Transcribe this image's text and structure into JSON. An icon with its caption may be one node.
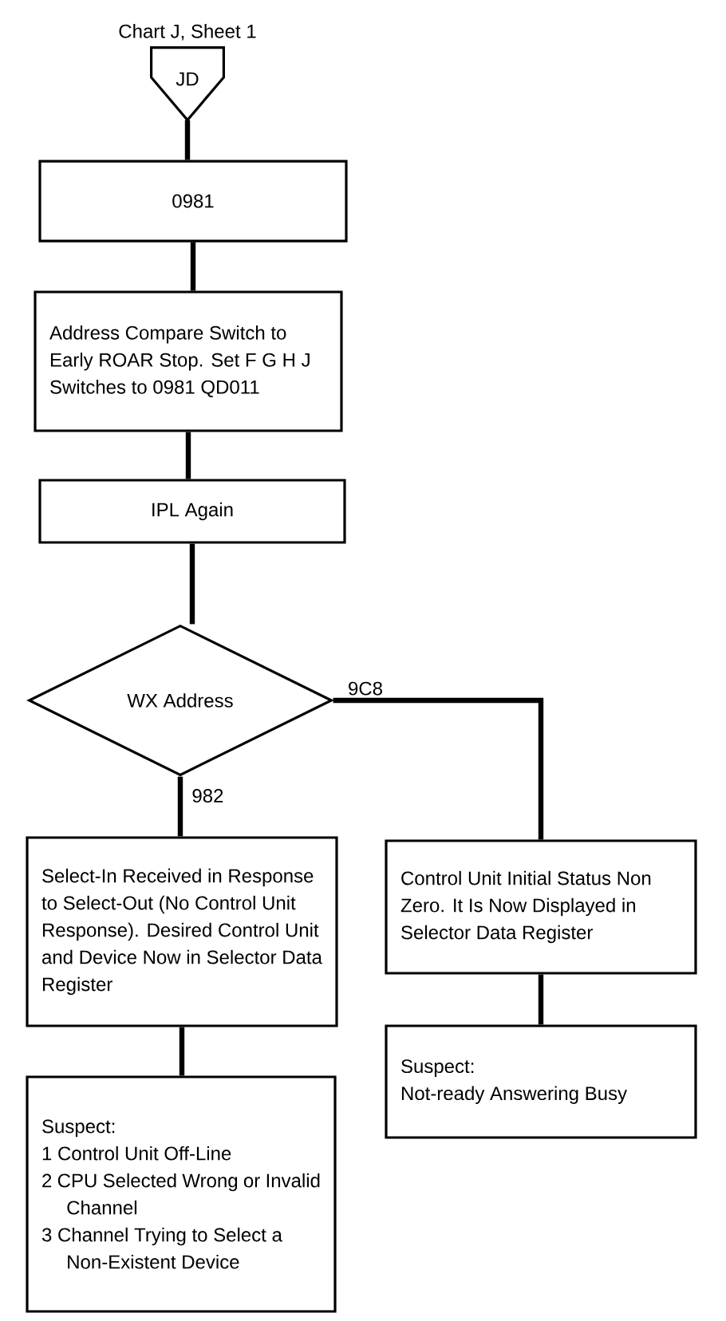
{
  "diagram": {
    "nodes": [
      {
        "text": [
          "JD"
        ],
        "beside": [
          "Chart J, Sheet 1"
        ]
      },
      {
        "text": [
          "0981"
        ]
      },
      {
        "text": [
          "Address Compare Switch to Early ROAR Stop. Set F G H J Switches to 0981 QD011"
        ]
      },
      {
        "text": [
          "IPL Again"
        ]
      },
      {
        "text": [
          "WX Address"
        ]
      },
      {
        "text": [
          "Select-In Received in Response to Select-Out (No Control Unit Response). Desired Control Unit and Device Now in Selector Data Register"
        ]
      },
      {
        "text": [
          "Suspect:",
          "1 Control Unit Off-Line",
          "2 CPU Selected Wrong or Invalid Channel",
          "3 Channel Trying to Select a Non-Existent Device"
        ]
      },
      {
        "text": [
          "Control Unit Initial Status Non Zero. It Is Now Displayed in Selector Data Register"
        ]
      },
      {
        "text": [
          "Suspect:",
          "Not-ready Answering Busy"
        ]
      }
    ],
    "edges": [
      {
        "from": 0,
        "to": 1,
        "arrow": "none"
      },
      {
        "from": 1,
        "to": 2,
        "arrow": "none"
      },
      {
        "from": 2,
        "to": 3,
        "arrow": "none"
      },
      {
        "from": 3,
        "to": 4,
        "arrow": "none"
      },
      {
        "from": 4,
        "to": 5,
        "arrow": "none",
        "label": "982"
      },
      {
        "from": 4,
        "to": 7,
        "arrow": "none",
        "label": "9C8"
      },
      {
        "from": 5,
        "to": 6,
        "arrow": "none"
      },
      {
        "from": 7,
        "to": 8,
        "arrow": "none"
      }
    ]
  }
}
